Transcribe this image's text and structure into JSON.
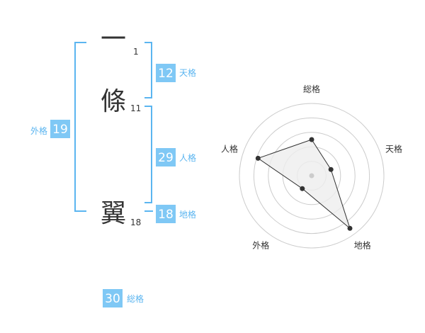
{
  "colors": {
    "accent": "#5bb5f0",
    "badge_bg": "#7fc8f5",
    "text": "#333333",
    "ring": "#cccccc",
    "polygon_fill": "#eeeeee",
    "point": "#333333",
    "center": "#cccccc"
  },
  "characters": [
    {
      "char": "一",
      "strokes": "1"
    },
    {
      "char": "條",
      "strokes": "11"
    },
    {
      "char": "翼",
      "strokes": "18"
    }
  ],
  "kakusu": {
    "tenkaku": {
      "value": "12",
      "label": "天格"
    },
    "jinkaku": {
      "value": "29",
      "label": "人格"
    },
    "chikaku": {
      "value": "18",
      "label": "地格"
    },
    "gaikaku": {
      "value": "19",
      "label": "外格"
    },
    "soukaku": {
      "value": "30",
      "label": "総格"
    }
  },
  "chart_data": {
    "type": "radar",
    "axes": [
      "総格",
      "天格",
      "地格",
      "外格",
      "人格"
    ],
    "values": [
      2.5,
      1.4,
      4.5,
      1.1,
      3.9
    ],
    "rmax": 5,
    "rings": 5,
    "grid": true
  }
}
